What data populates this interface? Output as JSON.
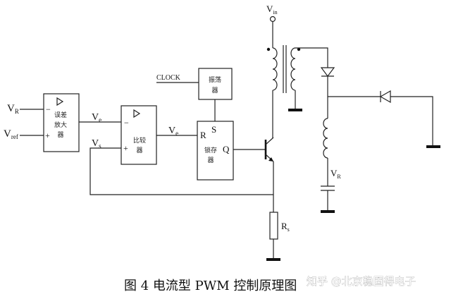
{
  "labels": {
    "vr_in": "V",
    "vr_in_sub": "R",
    "vref": "V",
    "vref_sub": "ref",
    "minus": "−",
    "plus": "+",
    "ve1": "V",
    "ve1_sub": "e",
    "vs": "V",
    "vs_sub": "s",
    "ve2": "V",
    "ve2_sub": "e",
    "clock": "CLOCK",
    "r": "R",
    "s": "S",
    "q": "Q",
    "vin": "V",
    "vin_sub": "in",
    "vr_out": "V",
    "vr_out_sub": "R",
    "rs": "R",
    "rs_sub": "s"
  },
  "blocks": {
    "error_amp_1": "误差",
    "error_amp_2": "放大",
    "error_amp_3": "器",
    "comparator_1": "比较",
    "comparator_2": "器",
    "oscillator_1": "振荡",
    "oscillator_2": "器",
    "latch_1": "锁存",
    "latch_2": "器"
  },
  "caption": "图 4  电流型 PWM 控制原理图",
  "watermark": "知乎 @北京稳固得电子"
}
